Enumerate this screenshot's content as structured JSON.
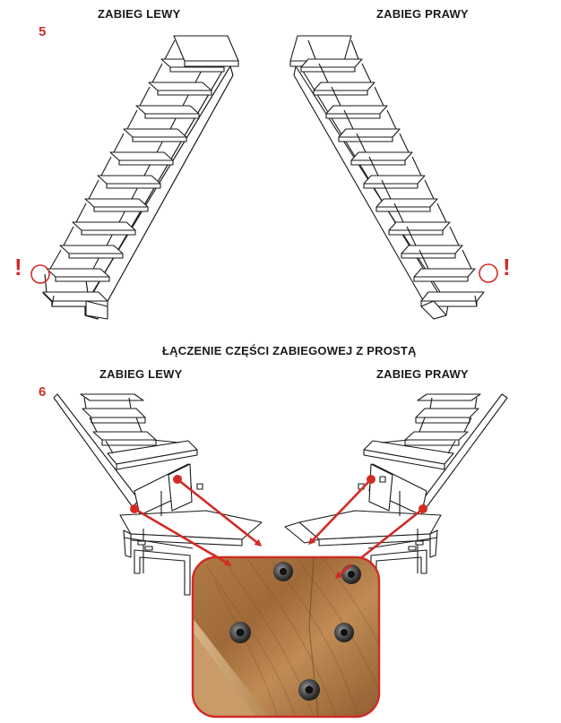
{
  "step5": {
    "number": "5",
    "label_left": "ZABIEG LEWY",
    "label_right": "ZABIEG PRAWY",
    "warning_symbol": "!"
  },
  "section_title": "ŁĄCZENIE CZĘŚCI ZABIEGOWEJ Z PROSTĄ",
  "step6": {
    "number": "6",
    "label_left": "ZABIEG LEWY",
    "label_right": "ZABIEG PRAWY"
  },
  "colors": {
    "accent_red": "#d22b26",
    "line": "#1a1a1a",
    "wood": "#8a5a2c"
  },
  "icons": [
    "warning-exclamation-icon",
    "highlight-circle-icon",
    "pointer-arrow-icon",
    "screw-icon"
  ]
}
